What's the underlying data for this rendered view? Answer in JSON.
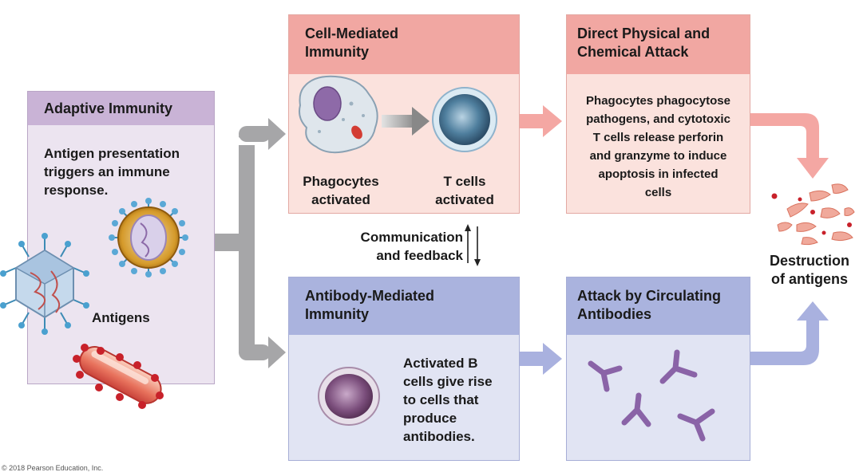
{
  "colors": {
    "adaptive_header": "#c9b3d6",
    "adaptive_body": "#ece4f0",
    "cell_header": "#f1a7a2",
    "cell_body": "#fbe2dd",
    "antibody_header": "#aab3de",
    "antibody_body": "#e1e4f3",
    "gray_arrow": "#a6a6a8",
    "pink_arrow": "#f4a7a3",
    "blue_arrow": "#a9b1df"
  },
  "adaptive": {
    "title": "Adaptive Immunity",
    "description": "Antigen presentation triggers an immune response.",
    "antigens_label": "Antigens"
  },
  "cell_mediated": {
    "title_line1": "Cell-Mediated",
    "title_line2": "Immunity",
    "phagocytes_line1": "Phagocytes",
    "phagocytes_line2": "activated",
    "tcells_line1": "T cells",
    "tcells_line2": "activated"
  },
  "direct_attack": {
    "title_line1": "Direct Physical and",
    "title_line2": "Chemical Attack",
    "lines": [
      "Phagocytes phagocytose",
      "pathogens, and cytotoxic",
      "T cells release perforin",
      "and granzyme to induce",
      "apoptosis in infected",
      "cells"
    ]
  },
  "communication": {
    "line1": "Communication",
    "line2": "and feedback"
  },
  "antibody_mediated": {
    "title_line1": "Antibody-Mediated",
    "title_line2": "Immunity",
    "lines": [
      "Activated B",
      "cells give rise",
      "to cells that",
      "produce",
      "antibodies."
    ]
  },
  "circulating": {
    "title_line1": "Attack by Circulating",
    "title_line2": "Antibodies"
  },
  "destruction": {
    "line1": "Destruction",
    "line2": "of antigens"
  },
  "copyright": "© 2018 Pearson Education, Inc."
}
